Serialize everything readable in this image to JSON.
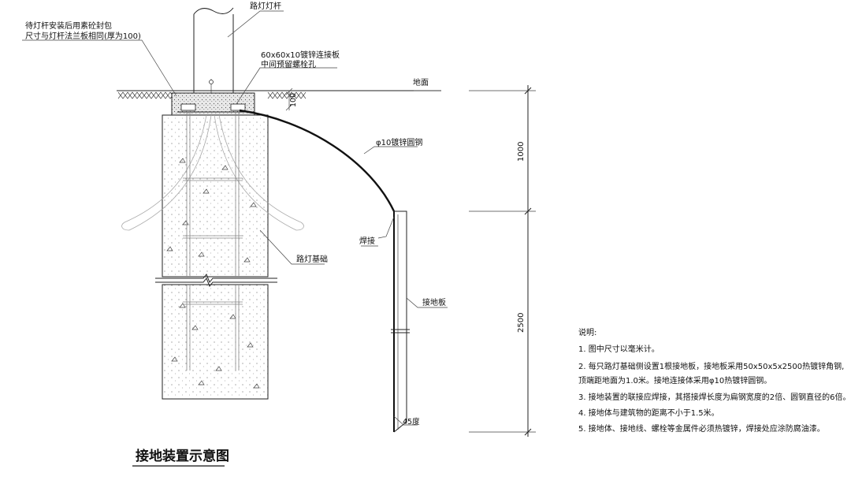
{
  "labels": {
    "cap_line1": "待灯杆安装后用素砼封包",
    "cap_line2": "尺寸与灯杆法兰板相同(厚为100)",
    "pole": "路灯灯杆",
    "plate_line1": "60x60x10镀锌连接板",
    "plate_line2": "中间预留螺栓孔",
    "ground": "地面",
    "dim_100": "100",
    "round_steel": "φ10镀锌圆钢",
    "weld": "焊接",
    "foundation": "路灯基础",
    "ground_plate": "接地板",
    "angle": "45度",
    "dim_1000": "1000",
    "dim_2500": "2500"
  },
  "title": "接地装置示意图",
  "notes": {
    "heading": "说明:",
    "items": [
      "1. 图中尺寸以毫米计。",
      "2. 每只路灯基础侧设置1根接地板，接地板采用50x50x5x2500热镀锌角钢,",
      "顶端距地面为1.0米。接地连接体采用φ10热镀锌圆钢。",
      "3. 接地装置的联接应焊接，其搭接焊长度为扁钢宽度的2倍、圆钢直径的6倍。",
      "4. 接地体与建筑物的距离不小于1.5米。",
      "5. 接地体、接地线、螺栓等金属件必须热镀锌，焊接处应涂防腐油漆。"
    ]
  }
}
